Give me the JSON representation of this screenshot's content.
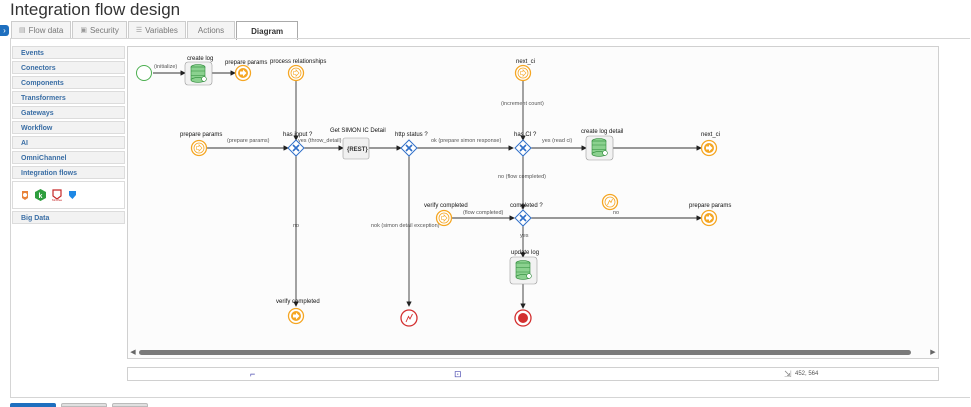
{
  "page": {
    "title": "Integration flow design"
  },
  "tabs": [
    {
      "label": "Flow data",
      "icon": "document-icon"
    },
    {
      "label": "Security",
      "icon": "lock-icon"
    },
    {
      "label": "Variables",
      "icon": "list-icon"
    },
    {
      "label": "Actions",
      "icon": ""
    },
    {
      "label": "Diagram",
      "icon": ""
    }
  ],
  "palette": {
    "items": [
      "Events",
      "Conectors",
      "Components",
      "Transformers",
      "Gateways",
      "Workflow",
      "AI",
      "OmniChannel",
      "Integration flows"
    ],
    "integration_icons": [
      "integration-flow-icon",
      "kafka-icon",
      "mcafee-icon",
      "shield-icon"
    ],
    "extra_items": [
      "Big Data"
    ]
  },
  "diagram": {
    "labels": {
      "create_log": "create log",
      "prepare_params_1": "prepare params",
      "process_relationships": "process relationships",
      "next_ci_top": "next_ci",
      "prepare_params_2": "prepare params",
      "has_input": "has input ?",
      "get_simon": "Get SIMON IC Detail",
      "http_status": "http status ?",
      "has_ci": "has CI ?",
      "create_log_detail": "create log detail",
      "next_ci_right": "next_ci",
      "verify_completed_mid": "verify completed",
      "completed": "completed ?",
      "prepare_params_3": "prepare params",
      "update_log": "update log",
      "verify_completed_bottom": "verify completed"
    },
    "edges": {
      "initialize": "(initialize)",
      "prepare_params": "(prepare params)",
      "yes_throw_detail": "yes (throw_detail)",
      "ok_prepare_simon": "ok (prepare simon response)",
      "yes_read_ci": "yes (read ci)",
      "increment_count": "(increment count)",
      "no_flow_completed": "no (flow completed)",
      "flow_completed": "(flow completed)",
      "no_right": "no",
      "no_left": "no",
      "yes_bottom": "yes",
      "nok_simon": "nok (simon detail exception)"
    },
    "task_badge": "{REST}"
  },
  "status": {
    "coords": "452, 564"
  },
  "colors": {
    "accent": "#1e6fbf",
    "event_orange": "#f5a623",
    "end_red": "#d32f2f",
    "start_green": "#4caf50",
    "gateway_blue": "#2f6fc9"
  }
}
